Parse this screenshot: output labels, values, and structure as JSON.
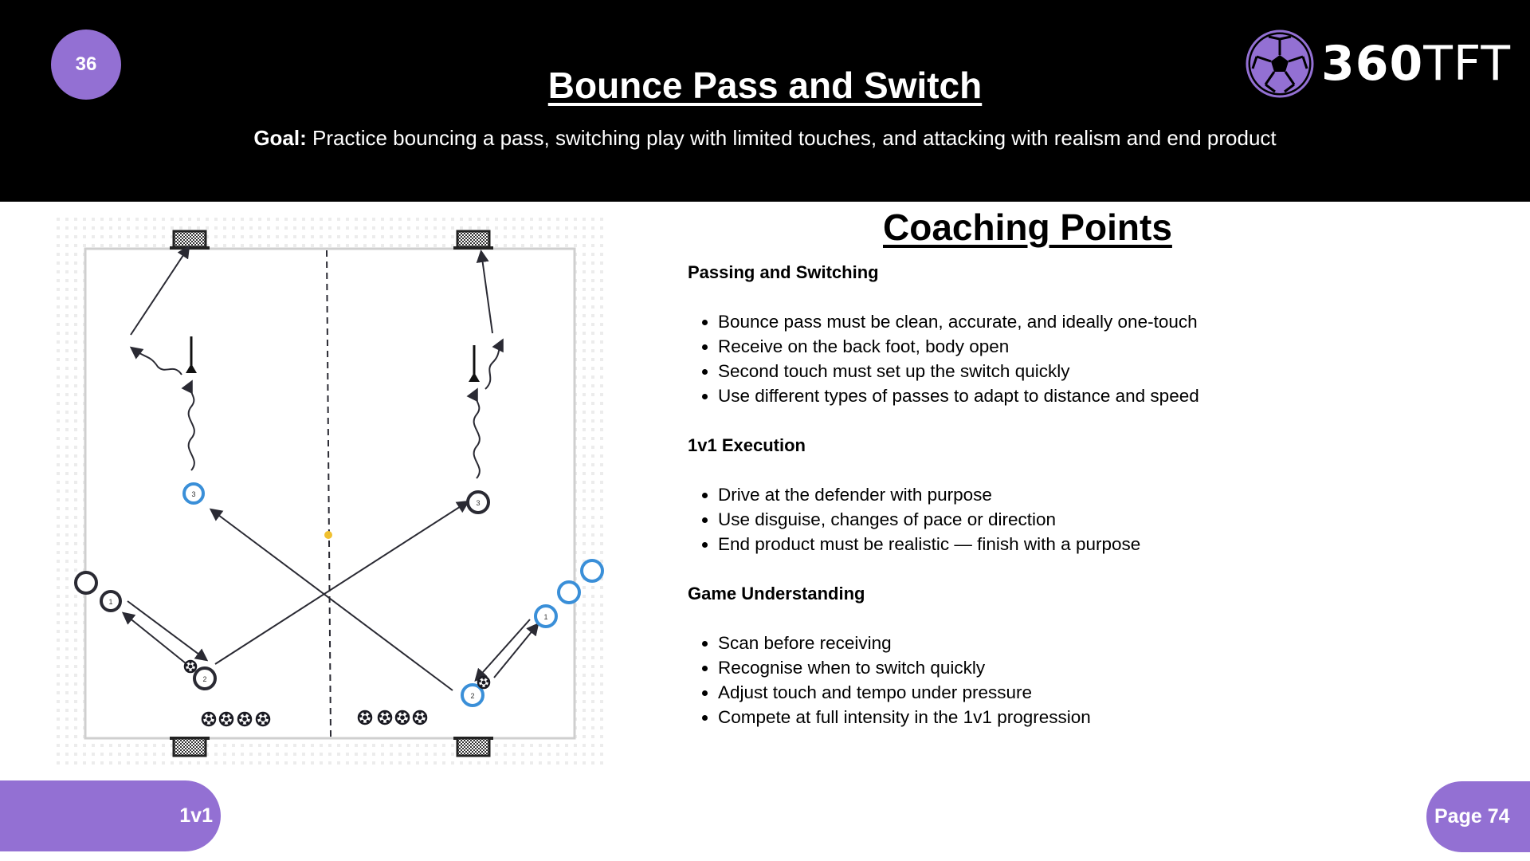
{
  "header": {
    "slide_number": "36",
    "title": "Bounce Pass and Switch",
    "goal_label": "Goal:",
    "goal_text": " Practice bouncing a pass, switching play with limited touches, and attacking with realism and end product",
    "logo": {
      "icon": "soccer-ball-icon",
      "text_bold": "360",
      "text_light": "TFT",
      "accent": "#9370d3"
    }
  },
  "diagram": {
    "description": "Two-half pitch drill diagram with mini goals, cones, players numbered 1-3 (blue and black teams), passing/dribbling arrows and ball stacks",
    "player_labels": {
      "p1": "1",
      "p2": "2",
      "p3": "3"
    },
    "colors": {
      "blue_team": "#3a8fd8",
      "black_team": "#2a2a33",
      "center_marker": "#f0c030"
    }
  },
  "coaching_points": {
    "title": "Coaching Points",
    "sections": [
      {
        "heading": "Passing and Switching",
        "items": [
          "Bounce pass must be clean, accurate, and ideally one-touch",
          "Receive on the back foot, body open",
          "Second touch must set up the switch quickly",
          "Use different types of passes to adapt to distance and speed"
        ]
      },
      {
        "heading": "1v1 Execution",
        "items": [
          "Drive at the defender with purpose",
          "Use disguise, changes of pace or direction",
          "End product must be realistic — finish with a purpose"
        ]
      },
      {
        "heading": "Game Understanding",
        "items": [
          "Scan before receiving",
          "Recognise when to switch quickly",
          "Adjust touch and tempo under pressure",
          "Compete at full intensity in the 1v1 progression"
        ]
      }
    ]
  },
  "footer": {
    "category": "1v1",
    "page": "Page 74"
  }
}
